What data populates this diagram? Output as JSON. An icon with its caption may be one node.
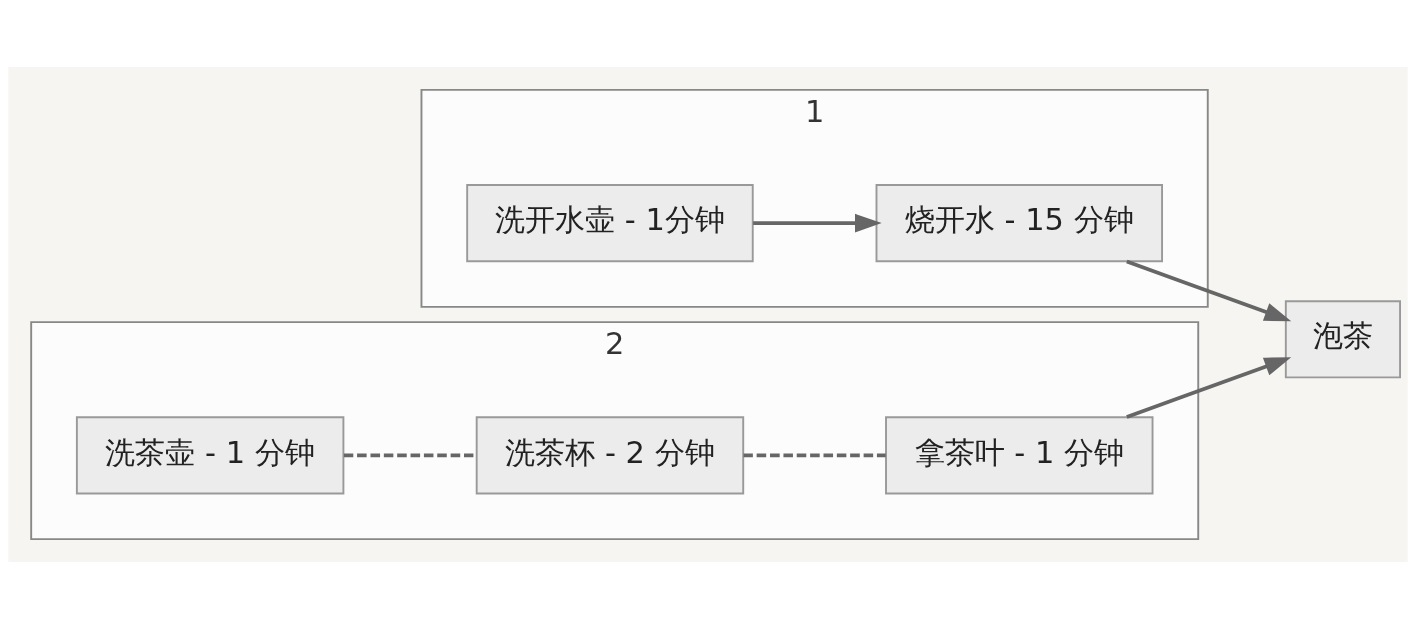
{
  "diagram": {
    "nodes": [
      {
        "text": [
          "1"
        ]
      },
      {
        "text": [
          "洗开水壶 - 1分钟"
        ],
        "in": 0
      },
      {
        "text": [
          "烧开水 - 15 分钟"
        ],
        "in": 0
      },
      {
        "text": [
          "2"
        ]
      },
      {
        "text": [
          "洗茶壶 - 1 分钟"
        ],
        "in": 3
      },
      {
        "text": [
          "洗茶杯 - 2 分钟"
        ],
        "in": 3
      },
      {
        "text": [
          "拿茶叶 - 1 分钟"
        ],
        "in": 3
      },
      {
        "text": [
          "泡茶"
        ]
      }
    ],
    "edges": [
      {
        "from": 1,
        "to": 2,
        "arrow": "to"
      },
      {
        "from": 2,
        "to": 7,
        "arrow": "to"
      },
      {
        "from": 4,
        "to": 5,
        "arrow": "none",
        "style": "dashed"
      },
      {
        "from": 5,
        "to": 6,
        "arrow": "none",
        "style": "dashed"
      },
      {
        "from": 6,
        "to": 7,
        "arrow": "to"
      }
    ]
  }
}
